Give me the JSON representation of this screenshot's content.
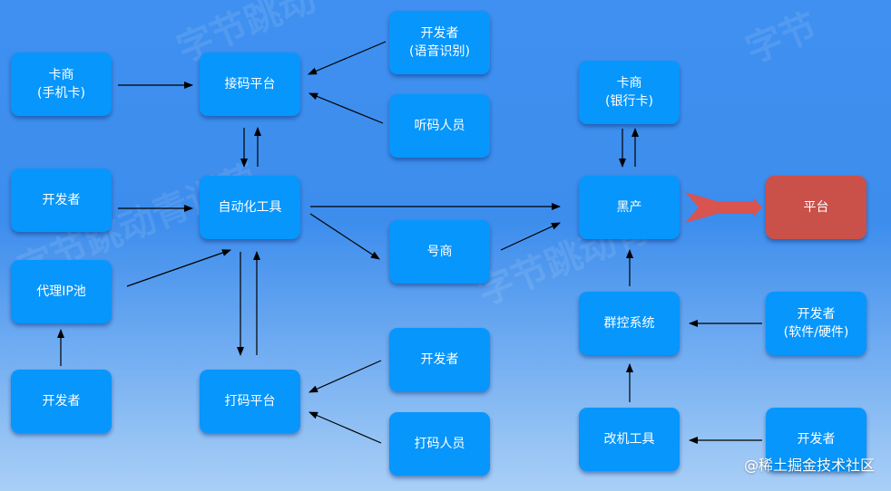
{
  "nodes": {
    "card_vendor_sim": {
      "lines": [
        "卡商",
        "(手机卡)"
      ]
    },
    "code_platform": {
      "lines": [
        "接码平台"
      ]
    },
    "dev_voice": {
      "lines": [
        "开发者",
        "(语音识别)"
      ]
    },
    "code_listener": {
      "lines": [
        "听码人员"
      ]
    },
    "developer_1": {
      "lines": [
        "开发者"
      ]
    },
    "automation_tool": {
      "lines": [
        "自动化工具"
      ]
    },
    "proxy_ip_pool": {
      "lines": [
        "代理IP池"
      ]
    },
    "developer_2": {
      "lines": [
        "开发者"
      ]
    },
    "account_vendor": {
      "lines": [
        "号商"
      ]
    },
    "captcha_platform": {
      "lines": [
        "打码平台"
      ]
    },
    "developer_3": {
      "lines": [
        "开发者"
      ]
    },
    "captcha_worker": {
      "lines": [
        "打码人员"
      ]
    },
    "card_vendor_bank": {
      "lines": [
        "卡商",
        "(银行卡)"
      ]
    },
    "black_industry": {
      "lines": [
        "黑产"
      ]
    },
    "platform": {
      "lines": [
        "平台"
      ]
    },
    "group_control": {
      "lines": [
        "群控系统"
      ]
    },
    "dev_sw_hw": {
      "lines": [
        "开发者",
        "(软件/硬件)"
      ]
    },
    "device_mod_tool": {
      "lines": [
        "改机工具"
      ]
    },
    "developer_4": {
      "lines": [
        "开发者"
      ]
    }
  },
  "watermark": "@稀土掘金技术社区",
  "colors": {
    "node": "#0796fc",
    "target": "#c9514a",
    "arrow": "#000000",
    "big_arrow": "#d9534f"
  }
}
